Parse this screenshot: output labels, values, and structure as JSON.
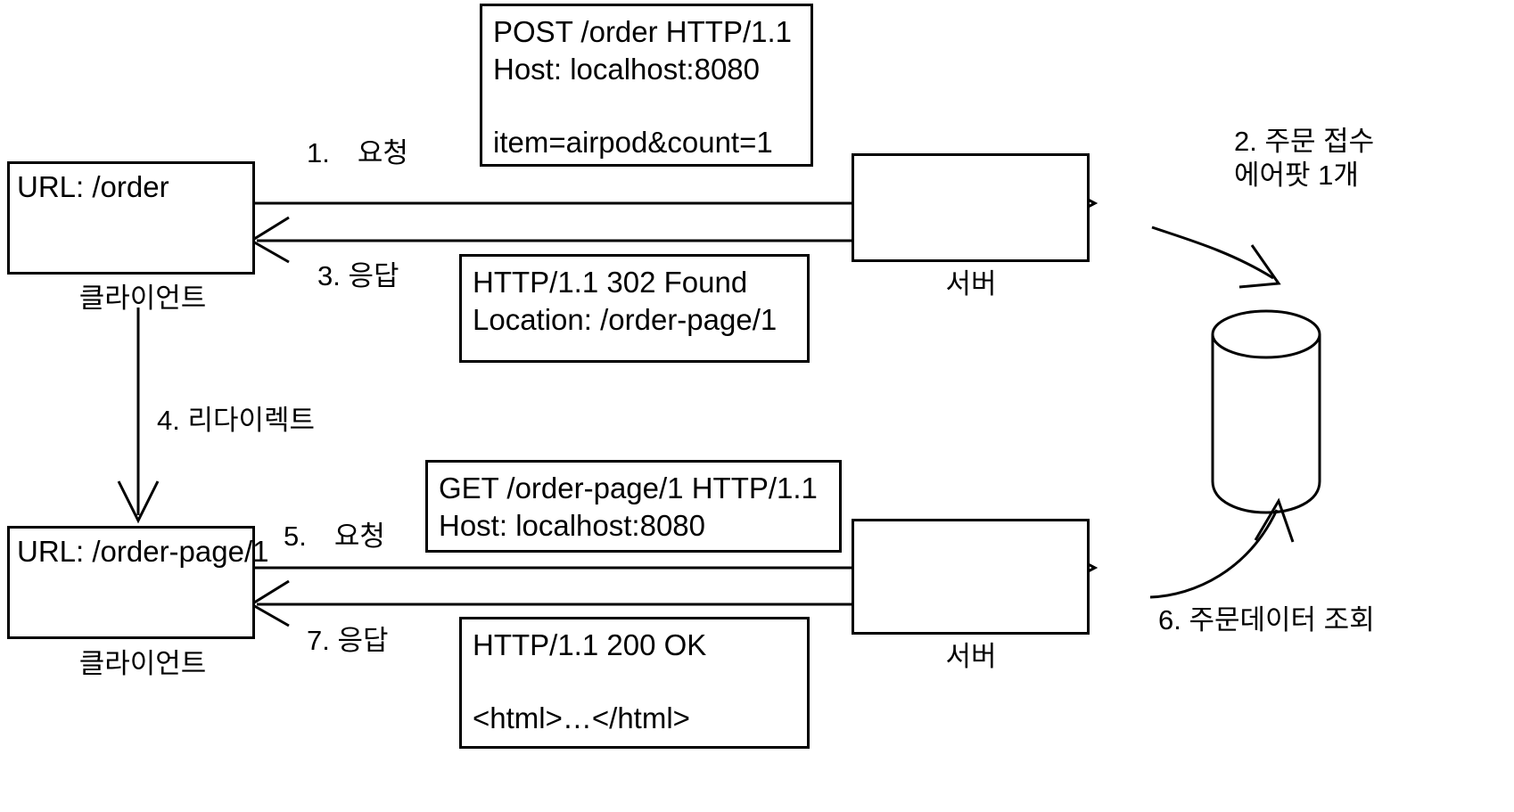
{
  "diagram": {
    "title": "HTTP POST-Redirect-GET order flow",
    "stroke_color": "#000000",
    "background_color": "#ffffff",
    "nodes": [
      {
        "id": "client-top",
        "label": "URL: /order",
        "caption": "클라이언트"
      },
      {
        "id": "server-top",
        "label": "",
        "caption": "서버"
      },
      {
        "id": "client-bottom",
        "label": "URL: /order-page/1",
        "caption": "클라이언트"
      },
      {
        "id": "server-bottom",
        "label": "",
        "caption": "서버"
      },
      {
        "id": "database",
        "label": "",
        "caption": ""
      }
    ],
    "messages": [
      {
        "id": "post-request",
        "lines": [
          "POST /order HTTP/1.1",
          "Host: localhost:8080",
          "",
          "item=airpod&count=1"
        ]
      },
      {
        "id": "redirect-response",
        "lines": [
          "HTTP/1.1 302 Found",
          "Location: /order-page/1"
        ]
      },
      {
        "id": "get-request",
        "lines": [
          "GET /order-page/1 HTTP/1.1",
          "Host: localhost:8080"
        ]
      },
      {
        "id": "ok-response",
        "lines": [
          "HTTP/1.1 200 OK",
          "",
          "<html>…</html>"
        ]
      }
    ],
    "step_labels": [
      {
        "id": "step-1",
        "text": "1. 요청"
      },
      {
        "id": "step-2",
        "text": "2. 주문 접수\n에어팟 1개",
        "line1": "2. 주문 접수",
        "line2": "에어팟 1개"
      },
      {
        "id": "step-3",
        "text": "3. 응답"
      },
      {
        "id": "step-4",
        "text": "4. 리다이렉트"
      },
      {
        "id": "step-5",
        "text": "5. 요청"
      },
      {
        "id": "step-6",
        "text": "6. 주문데이터 조회"
      },
      {
        "id": "step-7",
        "text": "7. 응답"
      }
    ]
  }
}
